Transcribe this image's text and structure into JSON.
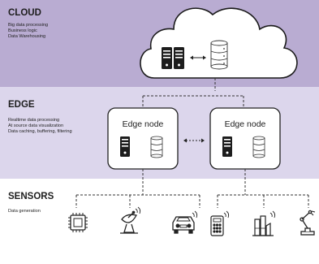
{
  "layers": {
    "cloud": {
      "title": "CLOUD",
      "items": [
        "Big data processing",
        "Business logic",
        "Data Warehousing"
      ]
    },
    "edge": {
      "title": "EDGE",
      "items": [
        "Realtime data processing",
        "At source data visualization",
        "Data caching, buffering, filtering"
      ],
      "nodes": [
        "Edge node",
        "Edge node"
      ]
    },
    "sensors": {
      "title": "SENSORS",
      "items": [
        "Data generation"
      ],
      "devices": [
        "chip-icon",
        "satellite-dish-icon",
        "car-icon",
        "remote-control-icon",
        "factory-icon",
        "robot-arm-icon"
      ]
    }
  },
  "colors": {
    "cloud_band": "#b9acd2",
    "edge_band": "#dcd6ec",
    "sensors_band": "#ffffff"
  }
}
